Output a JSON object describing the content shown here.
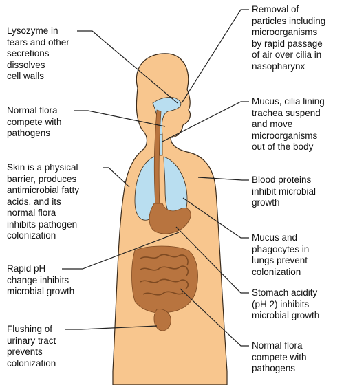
{
  "labels": [
    {
      "id": "lysozyme",
      "text": "Lysozyme in\ntears and other\nsecretions\ndissolves\ncell walls"
    },
    {
      "id": "normal-flora-throat",
      "text": "Normal flora\ncompete with\npathogens"
    },
    {
      "id": "skin-barrier",
      "text": "Skin is a physical\nbarrier, produces\nantimicrobial fatty\nacids, and its\nnormal flora\ninhibits pathogen\ncolonization"
    },
    {
      "id": "rapid-ph",
      "text": "Rapid pH\nchange inhibits\nmicrobial growth"
    },
    {
      "id": "urinary-flushing",
      "text": "Flushing of\nurinary tract\nprevents\ncolonization"
    },
    {
      "id": "cilia-nasopharynx",
      "text": "Removal of\nparticles including\nmicroorganisms\nby rapid passage\nof air over cilia in\nnasopharynx"
    },
    {
      "id": "mucus-trachea",
      "text": "Mucus, cilia lining\ntrachea suspend\nand move\nmicroorganisms\nout of the body"
    },
    {
      "id": "blood-proteins",
      "text": "Blood proteins\ninhibit microbial\ngrowth"
    },
    {
      "id": "lung-phagocytes",
      "text": "Mucus and\nphagocytes in\nlungs prevent\ncolonization"
    },
    {
      "id": "stomach-acidity",
      "text": "Stomach acidity\n(pH 2) inhibits\nmicrobial growth"
    },
    {
      "id": "normal-flora-intestine",
      "text": "Normal flora\ncompete with\npathogens"
    }
  ],
  "colors": {
    "skin": "#f8c68e",
    "outline": "#3a2a1a",
    "airway": "#b9def0",
    "organ": "#b8743f",
    "organ_dark": "#7e4a22",
    "leader": "#222222"
  }
}
